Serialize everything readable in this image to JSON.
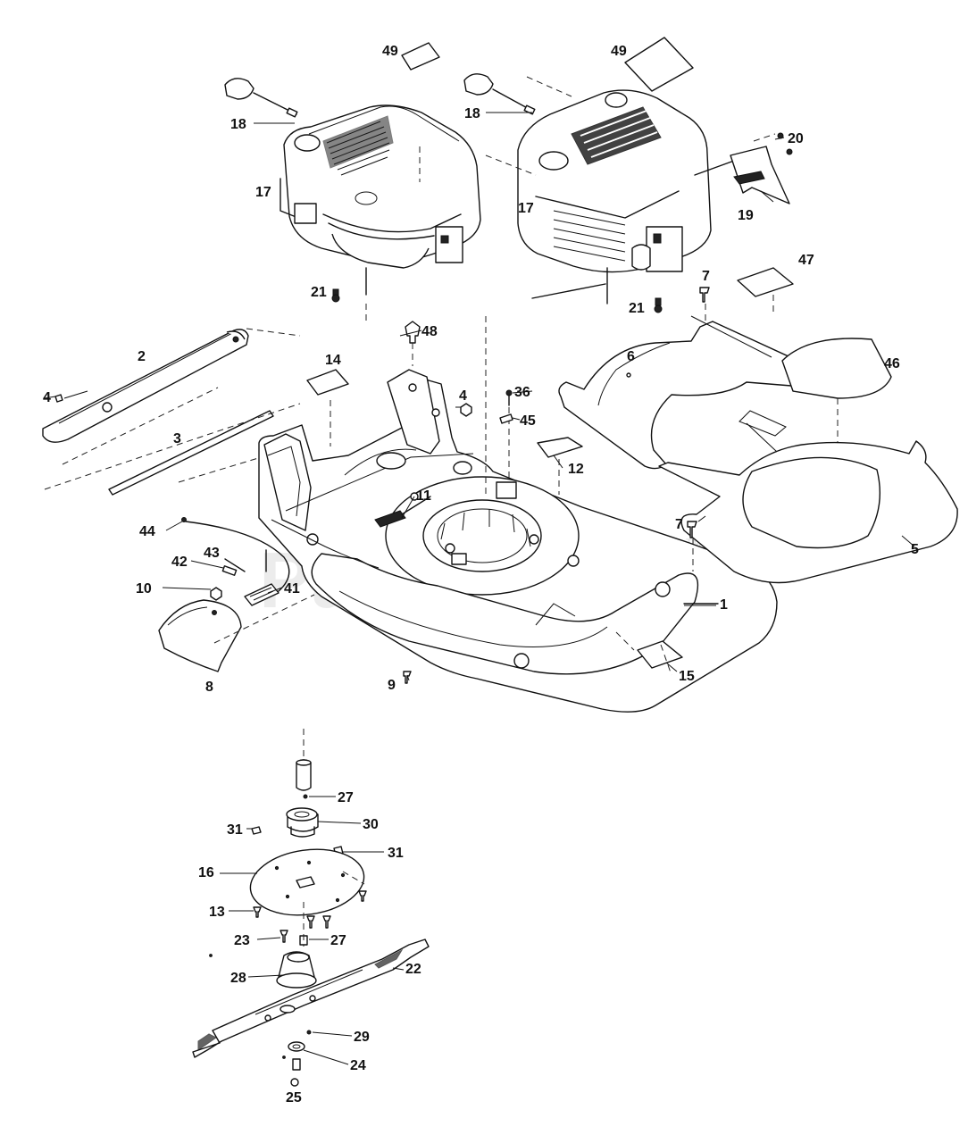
{
  "watermark": {
    "text": "PartsTree",
    "tm": "TM"
  },
  "callouts": {
    "c49a": "49",
    "c49b": "49",
    "c18a": "18",
    "c18b": "18",
    "c17a": "17",
    "c17b": "17",
    "c20": "20",
    "c19": "19",
    "c21a": "21",
    "c21b": "21",
    "c7a": "7",
    "c47": "47",
    "c48": "48",
    "c2": "2",
    "c14": "14",
    "c4a": "4",
    "c4b": "4",
    "c36": "36",
    "c45": "45",
    "c6": "6",
    "c46": "46",
    "c3": "3",
    "c12": "12",
    "c11": "11",
    "c44": "44",
    "c43": "43",
    "c42": "42",
    "c10": "10",
    "c41": "41",
    "c7b": "7",
    "c5": "5",
    "c1": "1",
    "c8": "8",
    "c9": "9",
    "c15": "15",
    "c27a": "27",
    "c30": "30",
    "c31a": "31",
    "c31b": "31",
    "c16": "16",
    "c13": "13",
    "c23": "23",
    "c27b": "27",
    "c28": "28",
    "c22": "22",
    "c29": "29",
    "c24": "24",
    "c25": "25"
  }
}
